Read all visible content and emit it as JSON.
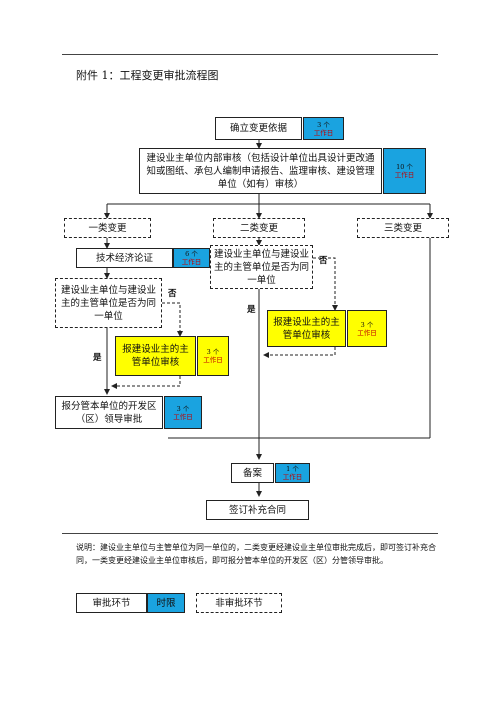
{
  "doc": {
    "title": "附件 1：工程变更审批流程图",
    "note": "说明：建设业主单位与主管单位为同一单位的，二类变更经建设业主单位审批完成后，即可签订补充合同，一类变更经建设业主单位审核后，即可报分管本单位的开发区（区）分管领导审批。"
  },
  "nodes": {
    "basis": "确立变更依据",
    "internal": "建设业主单位内部审核（包括设计单位出具设计更改通知或图纸、承包人编制申请报告、监理审核、建设管理单位（如有）审核）",
    "class1": "一类变更",
    "class2": "二类变更",
    "class3": "三类变更",
    "tech": "技术经济论证",
    "same1": "建设业主单位与建设业主的主管单位是否为同一单位",
    "same2": "建设业主单位与建设业主的主管单位是否为同一单位",
    "report1": "报建设业主的主管单位审核",
    "report2": "报建设业主的主管单位审核",
    "leader": "报分管本单位的开发区（区）领导审批",
    "record": "备案",
    "sign": "签订补充合同"
  },
  "limits": {
    "basis": [
      "3 个",
      "工作日"
    ],
    "internal": [
      "10 个",
      "工作日"
    ],
    "tech": [
      "6 个",
      "工作日"
    ],
    "report1": [
      "3 个",
      "工作日"
    ],
    "report2": [
      "3 个",
      "工作日"
    ],
    "leader": [
      "3 个",
      "工作日"
    ],
    "record": [
      "1 个",
      "工作日"
    ]
  },
  "labels": {
    "no": "否",
    "yes": "是"
  },
  "legend": {
    "approval": "审批环节",
    "time": "时限",
    "non_approval": "非审批环节"
  },
  "colors": {
    "limit_bg": "#1aa3e0",
    "highlight": "#ffff00",
    "limit_text": "#c00000"
  }
}
